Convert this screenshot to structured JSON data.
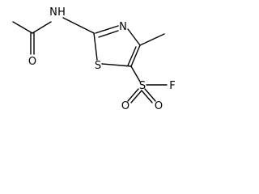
{
  "molecule": {
    "atoms": {
      "n_amide": "N",
      "h_amide": "H",
      "o_carbonyl": "O",
      "n_ring": "N",
      "s_ring": "S",
      "s_sulfonyl": "S",
      "f": "F",
      "o_sulfonyl_left": "O",
      "o_sulfonyl_right": "O"
    }
  }
}
